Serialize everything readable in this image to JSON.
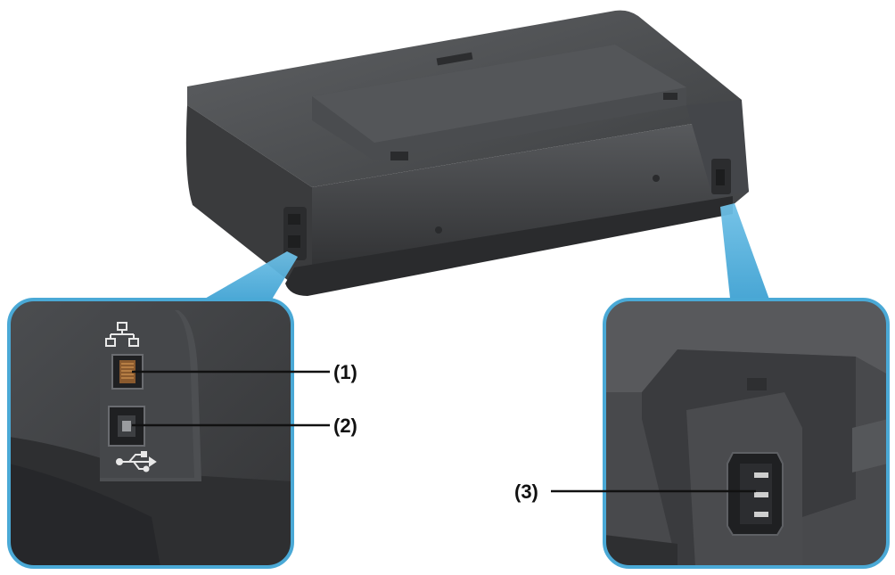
{
  "callouts": [
    {
      "id": "1",
      "label": "(1)"
    },
    {
      "id": "2",
      "label": "(2)"
    },
    {
      "id": "3",
      "label": "(3)"
    }
  ],
  "colors": {
    "printer_body": "#3f4042",
    "printer_dark": "#2c2d2f",
    "printer_light": "#55575a",
    "highlight_blue": "#4aa9d6",
    "highlight_blue_light": "#8fd0ee",
    "label_text": "#111111"
  },
  "icons": [
    "lan-port-icon",
    "usb-port-icon",
    "network-symbol-icon",
    "usb-symbol-icon",
    "power-inlet-icon"
  ]
}
